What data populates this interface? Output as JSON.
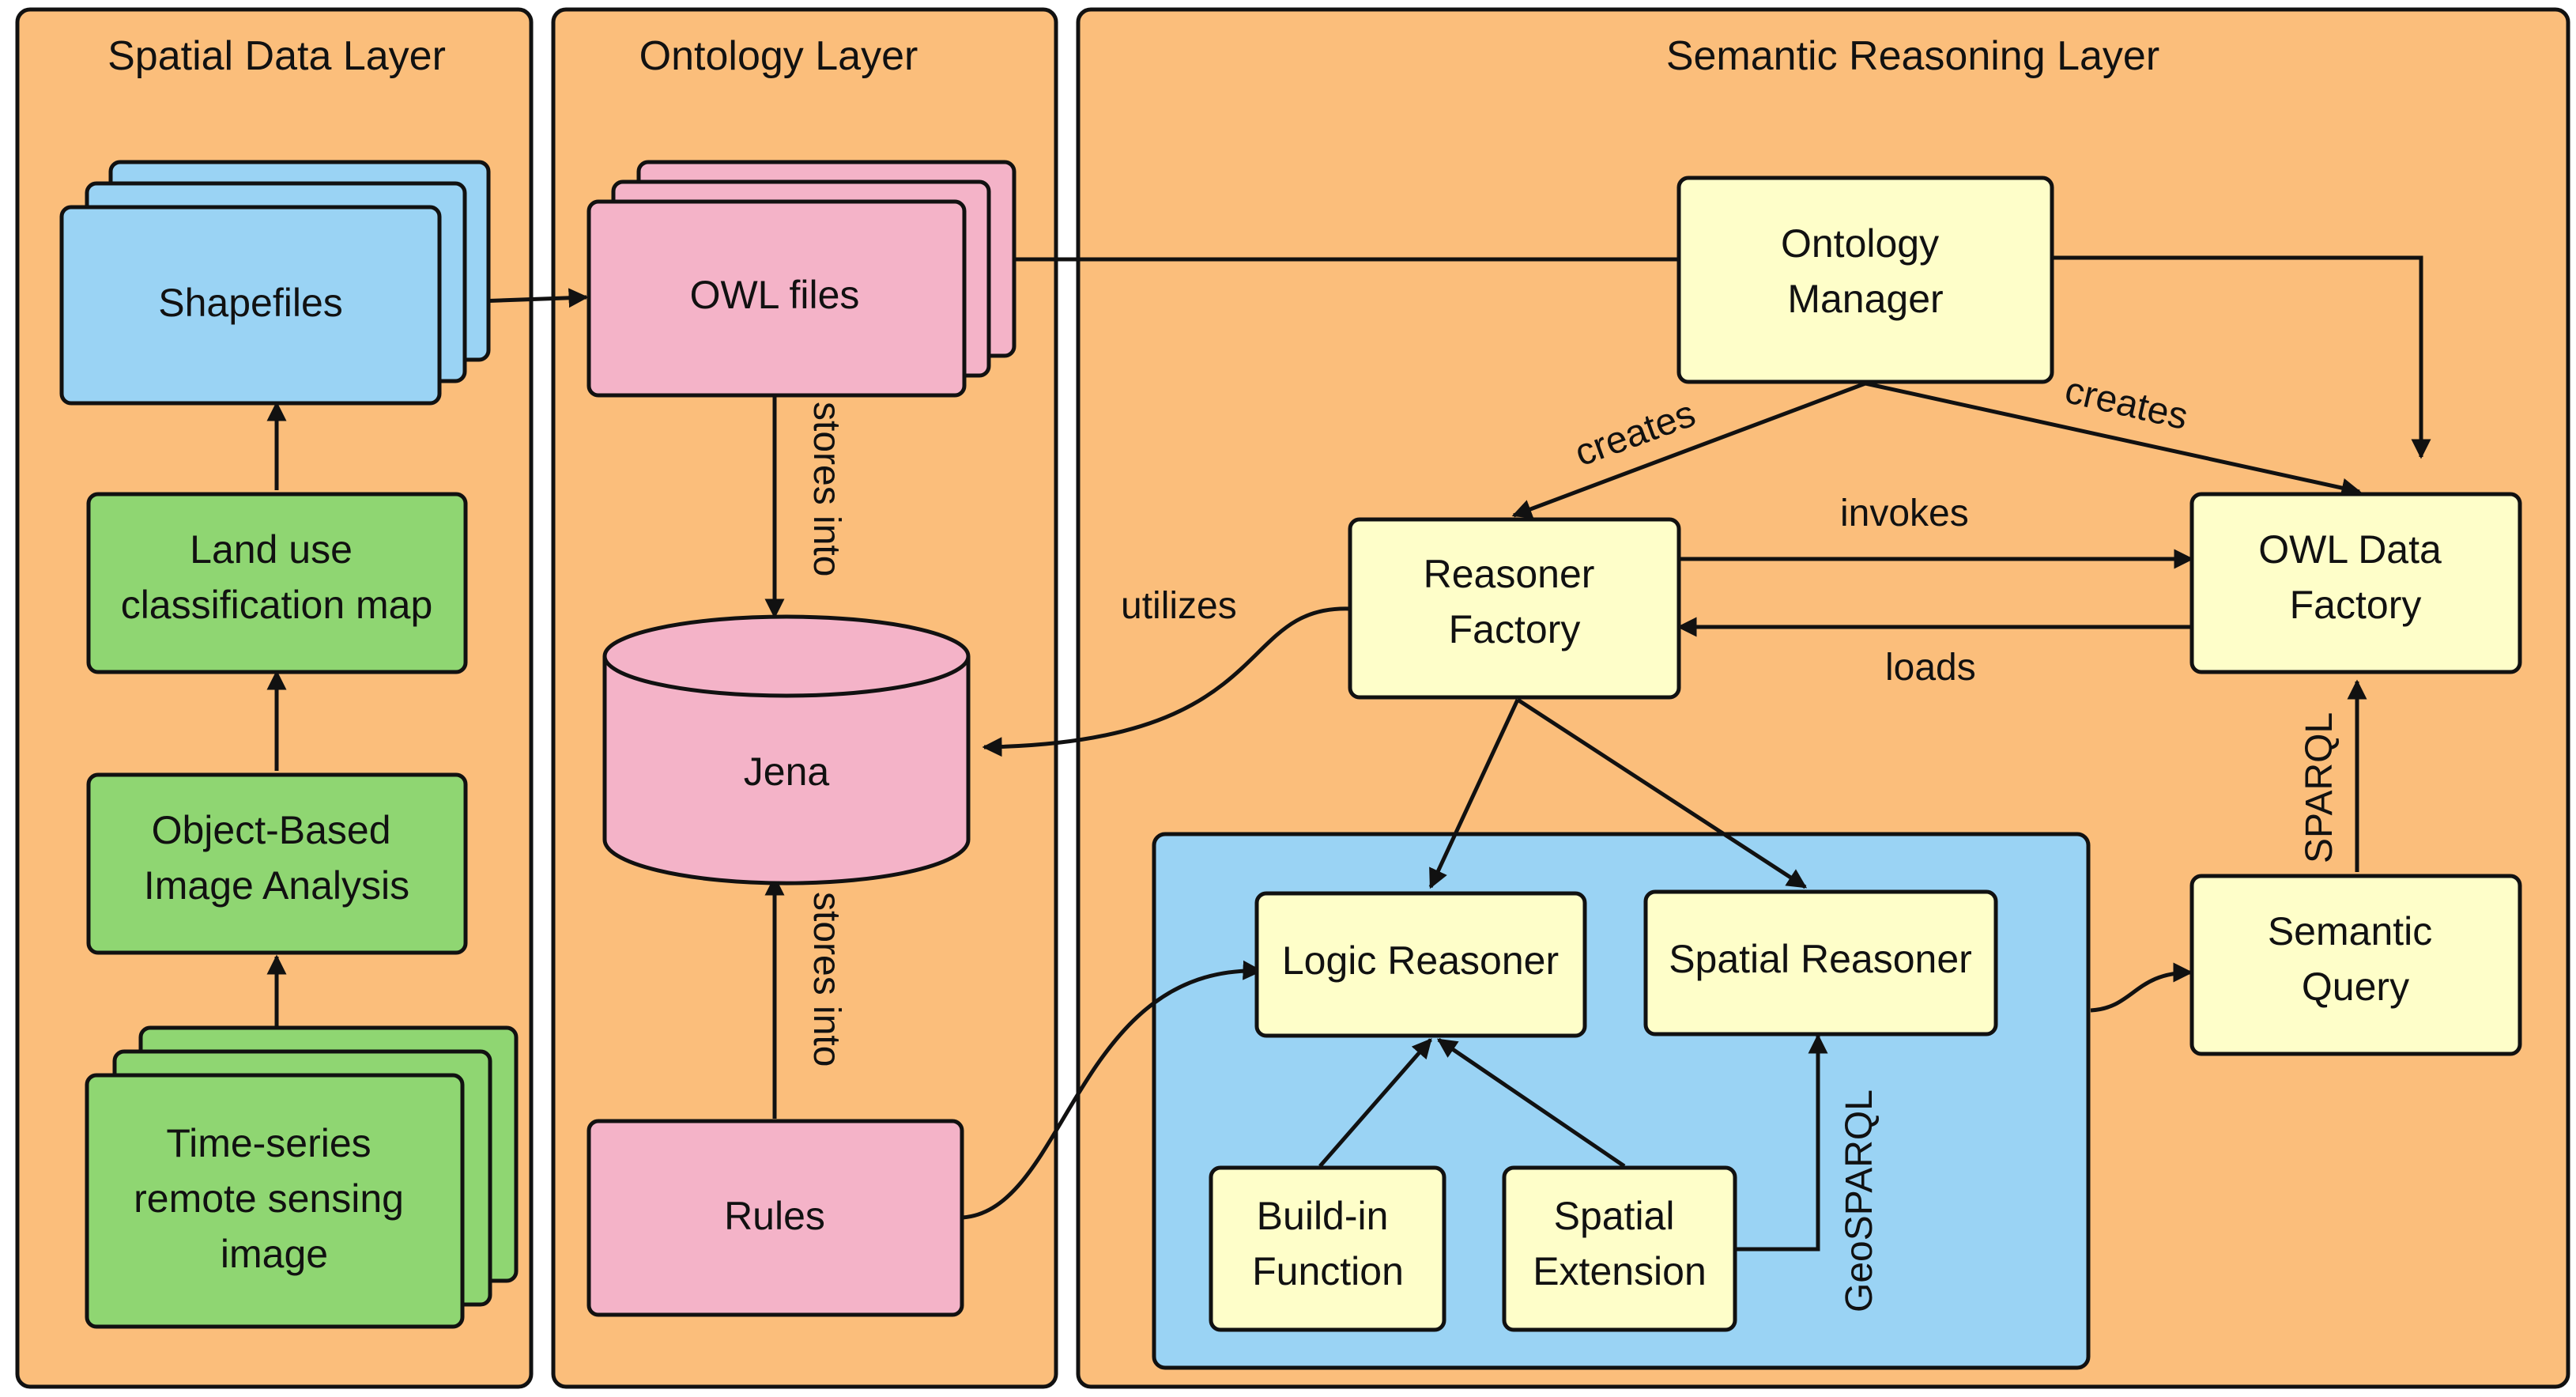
{
  "panels": {
    "spatial": "Spatial Data Layer",
    "ontology": "Ontology Layer",
    "semantic": "Semantic Reasoning Layer"
  },
  "nodes": {
    "shapefiles": "Shapefiles",
    "land_use": [
      "Land use",
      "classification map"
    ],
    "obia": [
      "Object-Based",
      "Image Analysis"
    ],
    "time_series": [
      "Time-series",
      "remote sensing",
      "image"
    ],
    "owl_files": "OWL files",
    "jena": "Jena",
    "rules": "Rules",
    "ontology_manager": [
      "Ontology",
      "Manager"
    ],
    "reasoner_factory": [
      "Reasoner",
      "Factory"
    ],
    "owl_data_factory": [
      "OWL Data",
      "Factory"
    ],
    "logic_reasoner": "Logic Reasoner",
    "spatial_reasoner": "Spatial Reasoner",
    "build_in": [
      "Build-in",
      "Function"
    ],
    "spatial_extension": [
      "Spatial",
      "Extension"
    ],
    "semantic_query": [
      "Semantic",
      "Query"
    ]
  },
  "edges": {
    "stores_into_top": "stores into",
    "stores_into_bottom": "stores into",
    "creates_left": "creates",
    "creates_right": "creates",
    "invokes": "invokes",
    "loads": "loads",
    "utilizes": "utilizes",
    "sparql": "SPARQL",
    "geosparql": "GeoSPARQL"
  },
  "colors": {
    "panel_fill": "#FBBE7B",
    "spatial_blue": "#9AD3F4",
    "data_green": "#8FD672",
    "ontology_pink": "#F4B3C8",
    "reasoning_yellow": "#FEFEC9",
    "container_blue": "#9AD3F4",
    "stroke": "#111111"
  }
}
